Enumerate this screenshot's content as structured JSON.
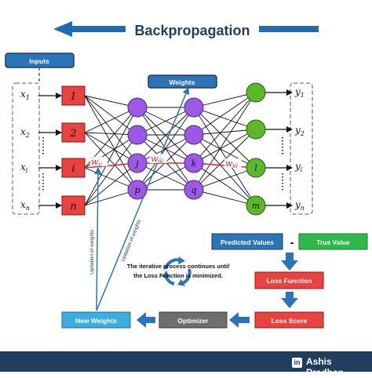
{
  "title": "Backpropagation",
  "labels": {
    "inputs": "Inputs",
    "weights": "Weights",
    "predicted_values": "Predicted Values",
    "minus": "-",
    "true_value": "True Value",
    "loss_function": "Loss Function",
    "loss_score": "Loss Score",
    "optimizer": "Optimizer",
    "new_weights": "New Weights",
    "iterative_line1": "The iterative process continues until",
    "iterative_line2": "the Loss Function is minimized.",
    "updation_left": "Updation of  weights",
    "updation_right": "Updation of weights"
  },
  "inputs": [
    {
      "base": "x",
      "sub": "1"
    },
    {
      "base": "x",
      "sub": "2"
    },
    {
      "base": "x",
      "sub": "i"
    },
    {
      "base": "x",
      "sub": "n"
    }
  ],
  "input_nodes": [
    "1",
    "2",
    "i",
    "n"
  ],
  "hidden1_nodes": [
    "",
    "",
    "j",
    "p"
  ],
  "hidden2_nodes": [
    "",
    "",
    "k",
    "q"
  ],
  "output_nodes": [
    "",
    "",
    "l",
    "m"
  ],
  "outputs": [
    {
      "base": "y",
      "sub": "1"
    },
    {
      "base": "y",
      "sub": "2"
    },
    {
      "base": "y",
      "sub": "i"
    },
    {
      "base": "y",
      "sub": "n"
    }
  ],
  "weight_labels": [
    {
      "base": "w",
      "sub": "ij"
    },
    {
      "base": "w",
      "sub": "jk"
    },
    {
      "base": "w",
      "sub": "kl"
    }
  ],
  "footer": {
    "brand": "in",
    "name": "Ashis Pradhan"
  },
  "colors": {
    "accent_blue": "#2b74b8",
    "dark_navy": "#1f3d5c",
    "input_red": "#e8433e",
    "hidden_purple": "#9b59e6",
    "output_green": "#5db829",
    "true_value_green": "#2fb84a",
    "loss_red": "#e8433e",
    "optimizer_gray": "#6e6e6e",
    "new_weights_cyan": "#3aaee0",
    "dashed": "#6b97b8",
    "red_line": "#d9302c"
  }
}
